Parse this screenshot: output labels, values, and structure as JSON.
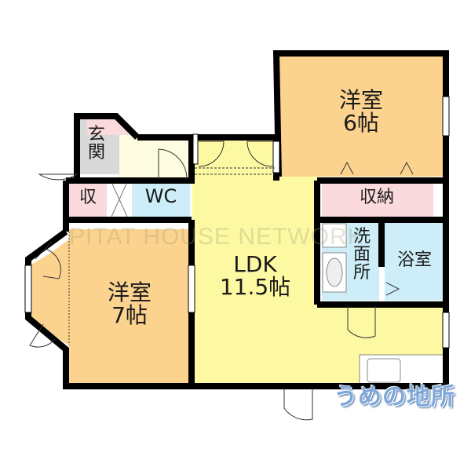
{
  "floorplan": {
    "colors": {
      "western_room": "#fbd38e",
      "ldk": "#fdf8a2",
      "entrance_hall": "#fdfce0",
      "entrance": "#d9d9d9",
      "storage": "#fadadd",
      "wet_area": "#cdeef8",
      "wall": "#000000"
    },
    "rooms": {
      "western_6": {
        "name": "洋室",
        "size": "6帖"
      },
      "western_7": {
        "name": "洋室",
        "size": "7帖"
      },
      "ldk": {
        "name": "LDK",
        "size": "11.5帖"
      },
      "entrance": {
        "name": "玄関"
      },
      "storage_small": {
        "name": "収"
      },
      "wc": {
        "name": "WC"
      },
      "closet": {
        "name": "収納"
      },
      "washroom": {
        "name": "洗面所"
      },
      "bathroom": {
        "name": "浴室"
      }
    },
    "watermark": "PITAT HOUSE NETWORK",
    "logo": "うめの地所"
  }
}
